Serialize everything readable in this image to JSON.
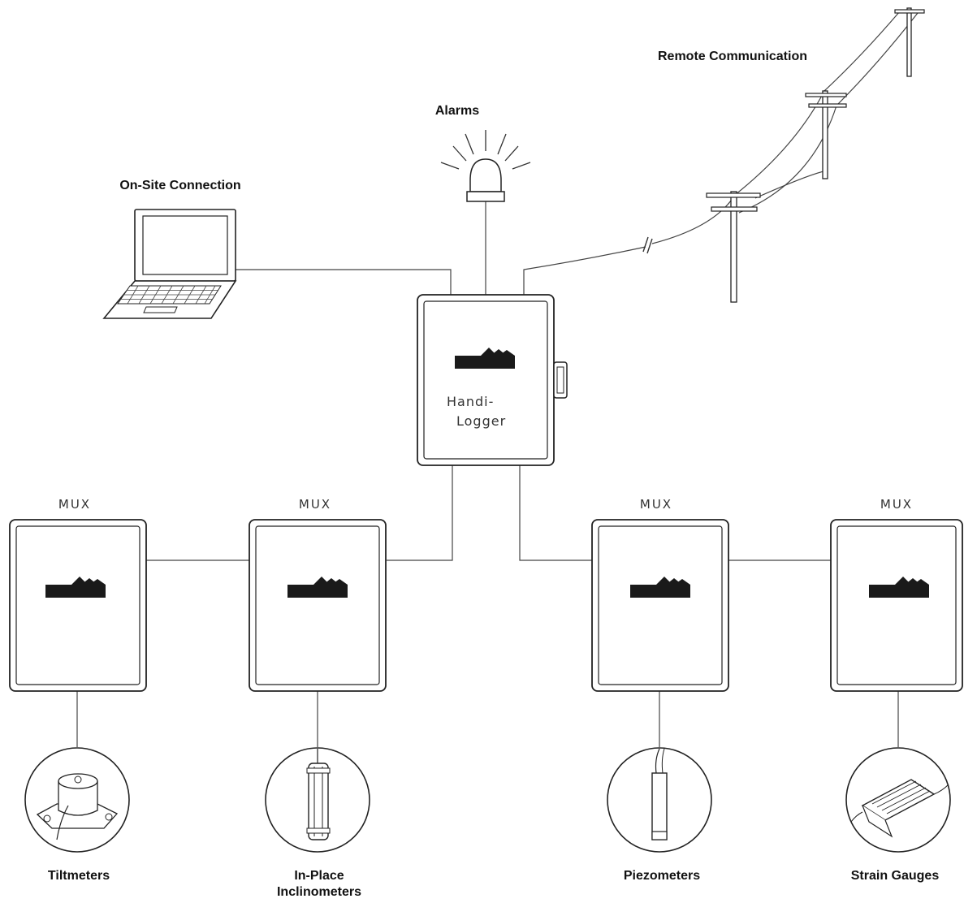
{
  "labels": {
    "remote": "Remote Communication",
    "alarms": "Alarms",
    "onsite": "On-Site Connection",
    "logger_line1": "Handi-",
    "logger_line2": "Logger",
    "mux": "MUX",
    "tiltmeters": "Tiltmeters",
    "inclinometers_line1": "In-Place",
    "inclinometers_line2": "Inclinometers",
    "piezometers": "Piezometers",
    "strain_gauges": "Strain Gauges"
  }
}
